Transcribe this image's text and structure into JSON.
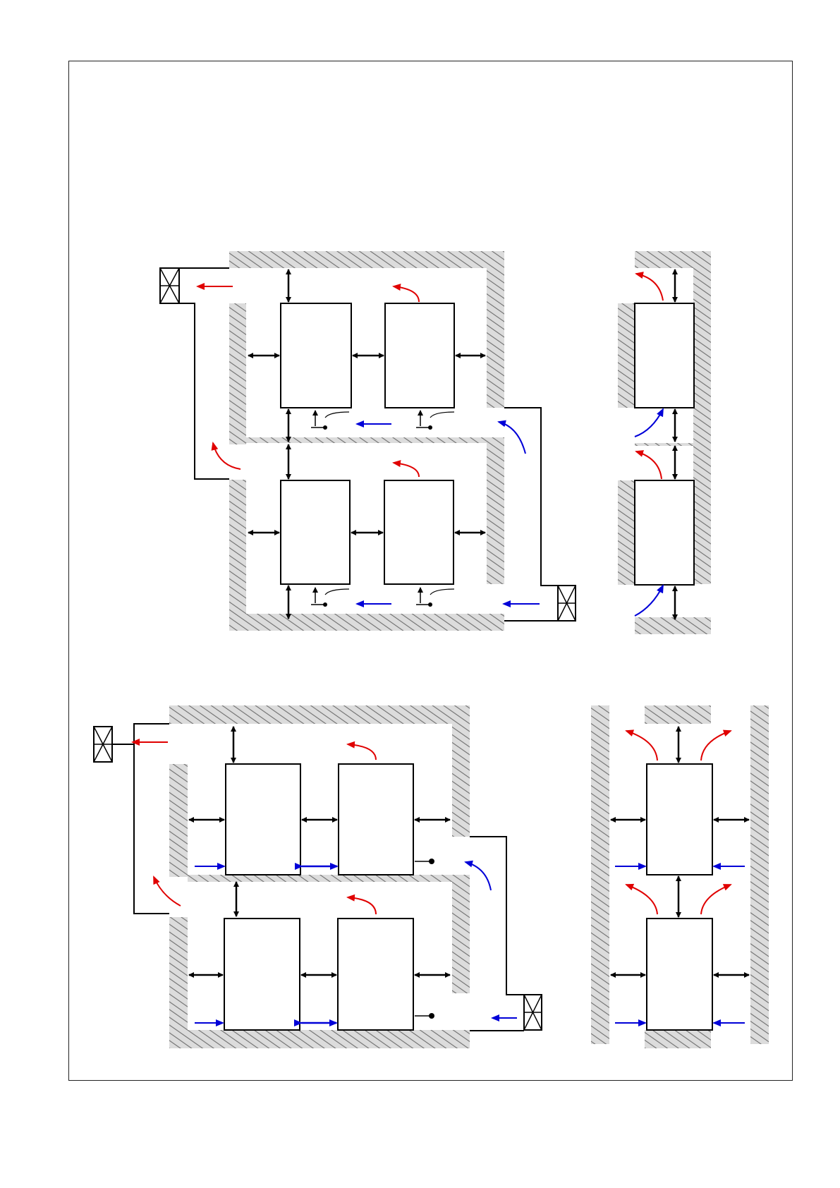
{
  "diagram": {
    "description_text": [],
    "colors": {
      "wall_fill": "#dcdcdc",
      "wall_hatch": "#6e6e6e",
      "outline": "#000000",
      "exhaust_arrow": "#e00000",
      "intake_arrow": "#0000d8"
    },
    "icons": {
      "exhaust": "red-curved-arrow-icon",
      "intake": "blue-arrow-icon",
      "clearance": "double-arrow-icon",
      "fan": "box-x-icon",
      "switch": "switch-icon"
    },
    "panels": [
      {
        "name": "layout-a-plan",
        "cabinets": 4
      },
      {
        "name": "layout-a-side",
        "cabinets": 2
      },
      {
        "name": "layout-b-plan",
        "cabinets": 4
      },
      {
        "name": "layout-b-side",
        "cabinets": 2
      }
    ]
  }
}
